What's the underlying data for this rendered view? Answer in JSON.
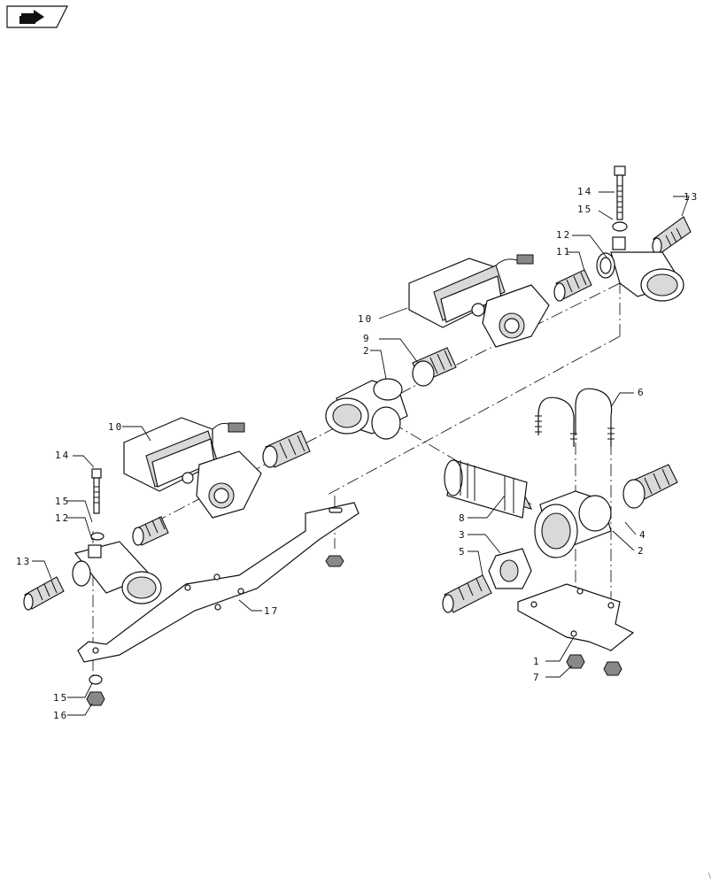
{
  "nav": {
    "icon": "forward-arrow-icon"
  },
  "callouts": [
    {
      "id": "c-14-top",
      "label": "14"
    },
    {
      "id": "c-15-top",
      "label": "15"
    },
    {
      "id": "c-13-top",
      "label": "13"
    },
    {
      "id": "c-12-top",
      "label": "12"
    },
    {
      "id": "c-11",
      "label": "11"
    },
    {
      "id": "c-10-top",
      "label": "10"
    },
    {
      "id": "c-9",
      "label": "9"
    },
    {
      "id": "c-2-top",
      "label": "2"
    },
    {
      "id": "c-10-left",
      "label": "10"
    },
    {
      "id": "c-14-left",
      "label": "14"
    },
    {
      "id": "c-6",
      "label": "6"
    },
    {
      "id": "c-15-left",
      "label": "15"
    },
    {
      "id": "c-12-left",
      "label": "12"
    },
    {
      "id": "c-8",
      "label": "8"
    },
    {
      "id": "c-3",
      "label": "3"
    },
    {
      "id": "c-4",
      "label": "4"
    },
    {
      "id": "c-5",
      "label": "5"
    },
    {
      "id": "c-2-right",
      "label": "2"
    },
    {
      "id": "c-13-left",
      "label": "13"
    },
    {
      "id": "c-17",
      "label": "17"
    },
    {
      "id": "c-1",
      "label": "1"
    },
    {
      "id": "c-7",
      "label": "7"
    },
    {
      "id": "c-15-bottom",
      "label": "15"
    },
    {
      "id": "c-16",
      "label": "16"
    }
  ]
}
